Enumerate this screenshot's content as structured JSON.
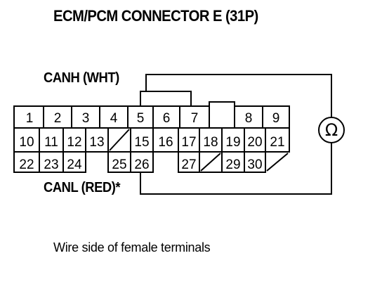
{
  "title": "ECM/PCM CONNECTOR E (31P)",
  "labels": {
    "canh": "CANH (WHT)",
    "canl": "CANL (RED)*",
    "caption": "Wire side of female terminals"
  },
  "meter_symbol": "Ω",
  "terminals": {
    "row1": [
      "1",
      "2",
      "3",
      "4",
      "5",
      "6",
      "7",
      "8",
      "9"
    ],
    "row2": [
      "10",
      "11",
      "12",
      "13",
      "15",
      "16",
      "17",
      "18",
      "19",
      "20",
      "21"
    ],
    "row3": [
      "22",
      "23",
      "24",
      "25",
      "26",
      "27",
      "29",
      "30"
    ]
  }
}
